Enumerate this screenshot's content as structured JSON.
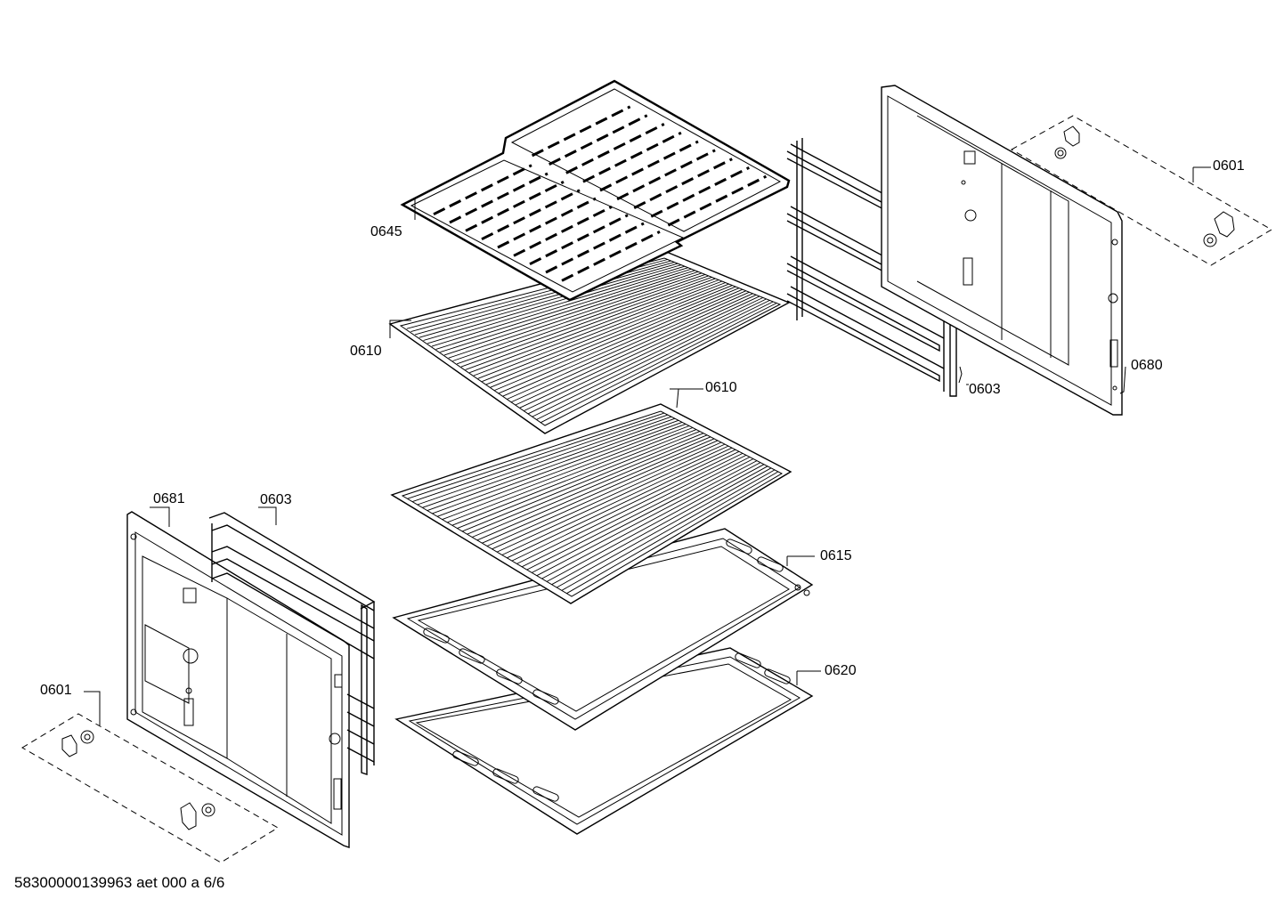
{
  "parts": [
    {
      "id": "tray-insert",
      "number": "0645"
    },
    {
      "id": "wire-rack-top",
      "number": "0610"
    },
    {
      "id": "wire-rack-middle",
      "number": "0610"
    },
    {
      "id": "side-rail-right",
      "number": "0603"
    },
    {
      "id": "side-rail-left",
      "number": "0603"
    },
    {
      "id": "side-panel-right",
      "number": "0680"
    },
    {
      "id": "side-panel-left",
      "number": "0681"
    },
    {
      "id": "fixing-kit-right",
      "number": "0601"
    },
    {
      "id": "fixing-kit-left",
      "number": "0601"
    },
    {
      "id": "baking-tray",
      "number": "0615"
    },
    {
      "id": "deep-pan",
      "number": "0620"
    }
  ],
  "footer": "58300000139963 aet 000 a 6/6"
}
